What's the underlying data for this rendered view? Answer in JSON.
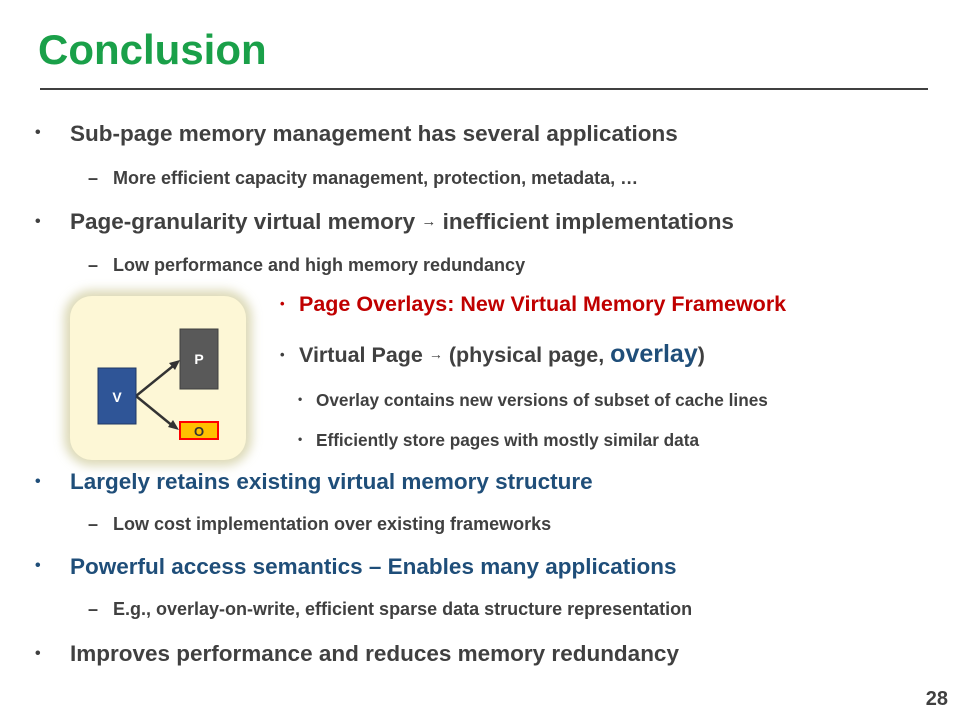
{
  "slide": {
    "title": "Conclusion",
    "page_number": "28"
  },
  "bullets": {
    "b1": "Sub-page memory management has several applications",
    "b1_sub": "More efficient capacity management, protection, metadata, …",
    "b2_pre": "Page-granularity virtual memory",
    "b2_post": "inefficient implementations",
    "b2_sub": "Low performance and high memory redundancy",
    "overlay_title": "Page Overlays: New Virtual Memory Framework",
    "vp_pre": "Virtual Page",
    "vp_mid": "(physical page, ",
    "vp_overlay": "overlay",
    "vp_end": ")",
    "vp_sub1": "Overlay contains new versions of subset of cache lines",
    "vp_sub2": "Efficiently store pages with mostly similar data",
    "b3": "Largely retains existing virtual memory structure",
    "b3_sub": "Low cost implementation over existing frameworks",
    "b4": "Powerful access semantics – Enables many applications",
    "b4_sub": "E.g., overlay-on-write, efficient sparse data structure representation",
    "b5": "Improves performance and reduces memory redundancy"
  },
  "glyphs": {
    "bullet": "•",
    "dash": "–",
    "arrow": "→"
  },
  "diagram": {
    "v_label": "V",
    "p_label": "P",
    "o_label": "O"
  },
  "colors": {
    "title": "#1aa049",
    "text": "#404040",
    "blue": "#1f4e79",
    "red": "#c00000",
    "v_box": "#2f5597",
    "p_box": "#595959",
    "o_box": "#ffc000"
  }
}
